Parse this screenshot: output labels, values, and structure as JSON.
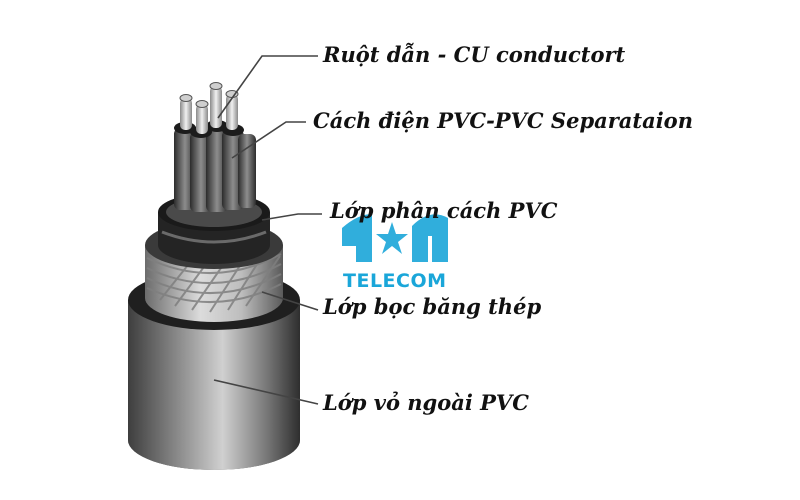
{
  "callouts": [
    {
      "label": "Ruột dẫn - CU conductort"
    },
    {
      "label": "Cách điện PVC-PVC Separataion"
    },
    {
      "label": "Lớp phân cách PVC"
    },
    {
      "label": "Lớp bọc băng thép"
    },
    {
      "label": "Lớp vỏ ngoài PVC"
    }
  ],
  "watermark": {
    "text": "TELECOM",
    "color": "#1aa6d9"
  },
  "colors": {
    "outer_sheath": "#6e6e6e",
    "armor": "#c4c4c4",
    "separator": "#2a2a2a",
    "insulation": "#777777",
    "conductor": "#d8d8d8"
  }
}
